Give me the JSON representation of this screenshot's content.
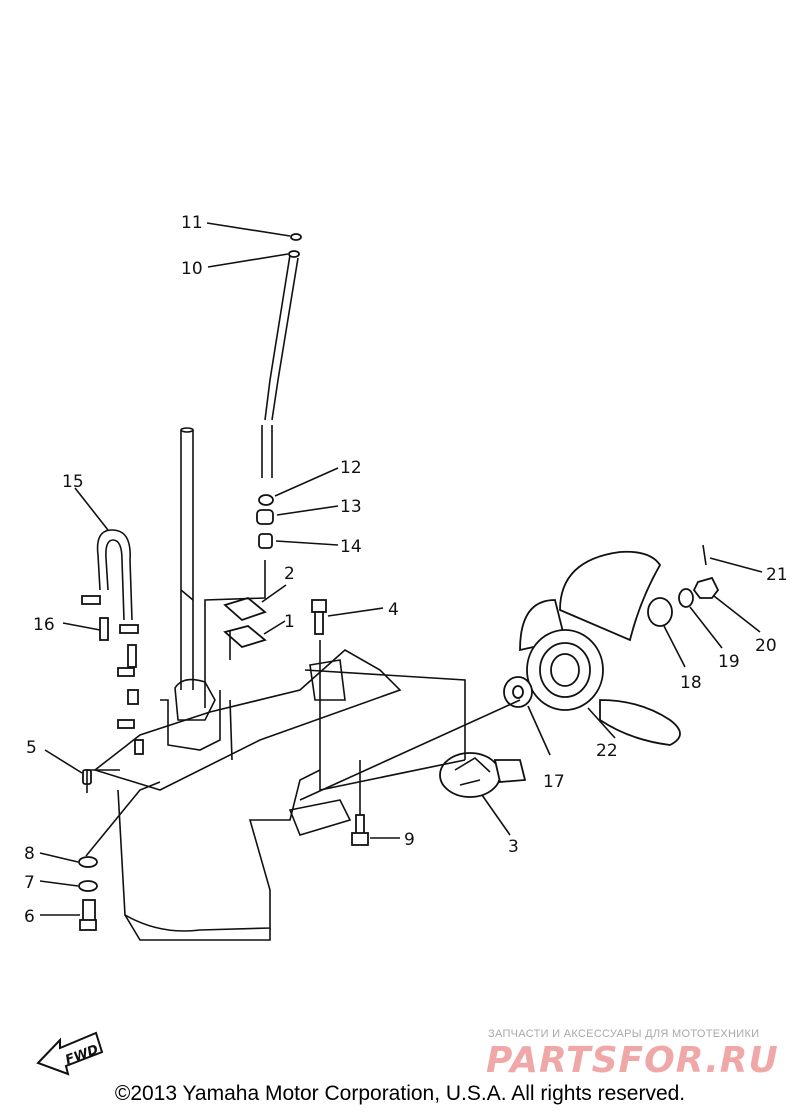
{
  "callouts": [
    {
      "id": "1",
      "text": "1"
    },
    {
      "id": "2",
      "text": "2"
    },
    {
      "id": "3",
      "text": "3"
    },
    {
      "id": "4",
      "text": "4"
    },
    {
      "id": "5",
      "text": "5"
    },
    {
      "id": "6",
      "text": "6"
    },
    {
      "id": "7",
      "text": "7"
    },
    {
      "id": "8",
      "text": "8"
    },
    {
      "id": "9",
      "text": "9"
    },
    {
      "id": "10",
      "text": "10"
    },
    {
      "id": "11",
      "text": "11"
    },
    {
      "id": "12",
      "text": "12"
    },
    {
      "id": "13",
      "text": "13"
    },
    {
      "id": "14",
      "text": "14"
    },
    {
      "id": "15",
      "text": "15"
    },
    {
      "id": "16",
      "text": "16"
    },
    {
      "id": "17",
      "text": "17"
    },
    {
      "id": "18",
      "text": "18"
    },
    {
      "id": "19",
      "text": "19"
    },
    {
      "id": "20",
      "text": "20"
    },
    {
      "id": "21",
      "text": "21"
    },
    {
      "id": "22",
      "text": "22"
    }
  ],
  "fwd_label": "FWD",
  "copyright": "©2013 Yamaha Motor Corporation, U.S.A. All rights reserved.",
  "watermark": {
    "tagline": "ЗАПЧАСТИ И АКСЕССУАРЫ ДЛЯ МОТОТЕХНИКИ",
    "logo": "PARTSFOR.RU"
  }
}
